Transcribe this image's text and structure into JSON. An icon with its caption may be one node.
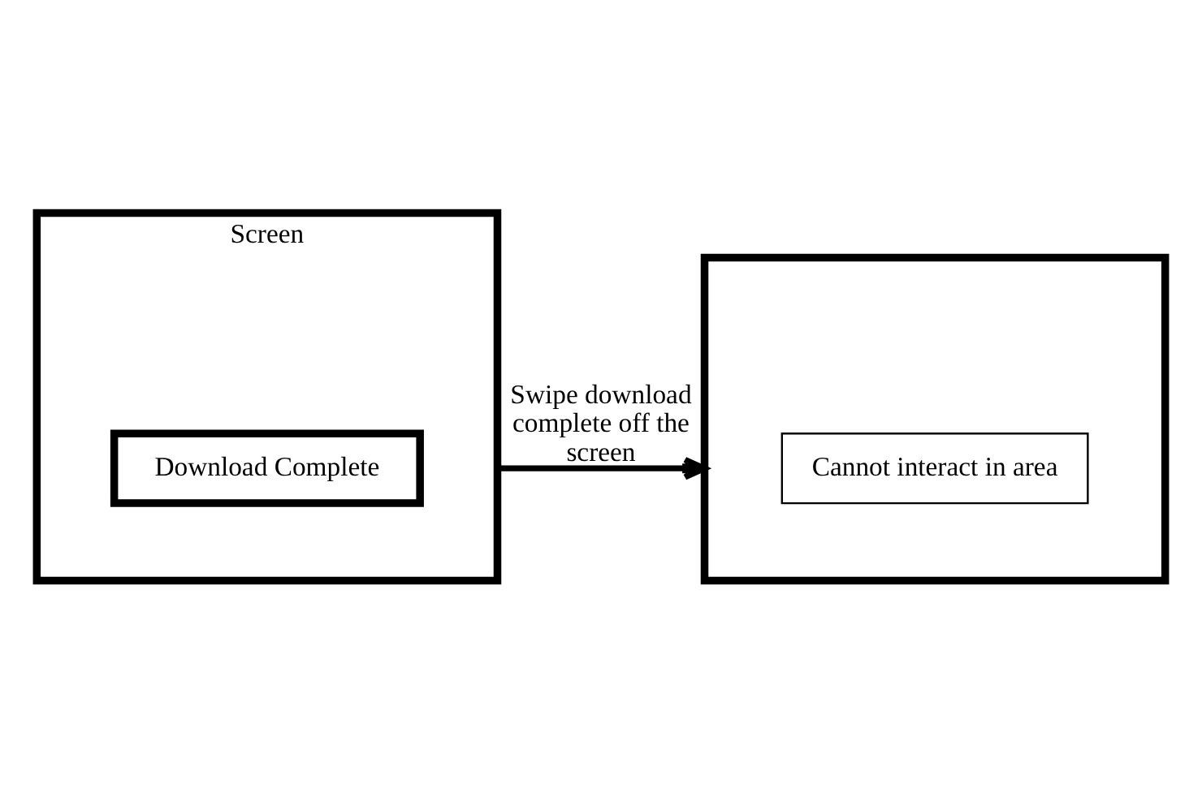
{
  "diagram": {
    "nodes": [
      {
        "text": [
          "Screen"
        ]
      },
      {
        "text": [
          "Download Complete"
        ],
        "in": 0
      },
      {
        "text": [],
        "shape": "box"
      },
      {
        "text": [
          "Cannot interact in area"
        ],
        "in": 2
      }
    ],
    "edges": [
      {
        "from": 0,
        "to": 2,
        "arrow": "to",
        "label": "Swipe download complete off the screen"
      }
    ]
  }
}
